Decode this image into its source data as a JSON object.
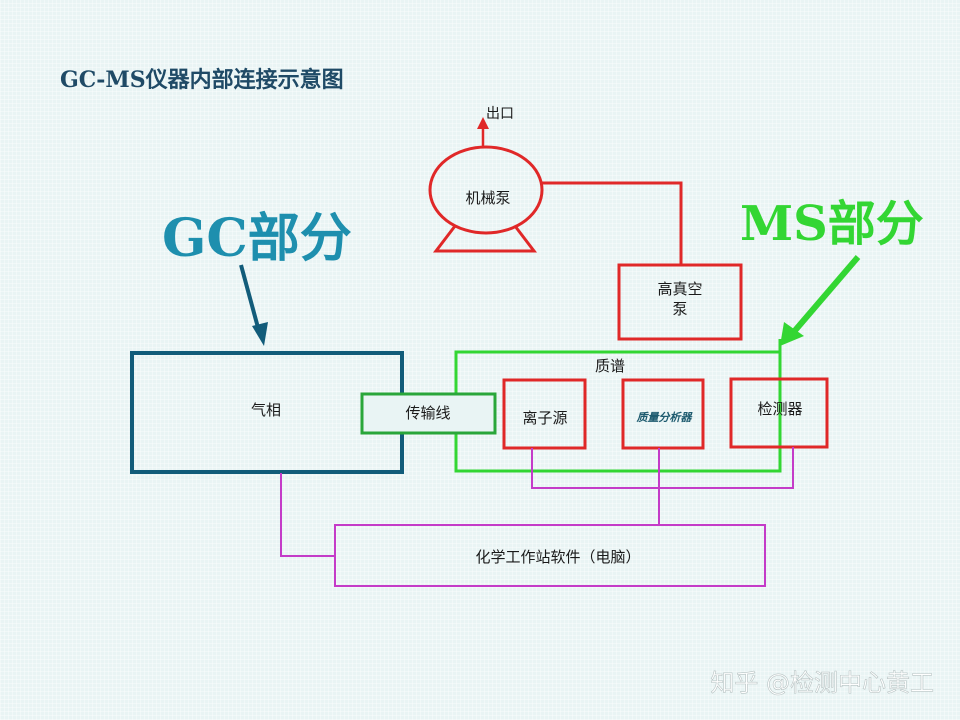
{
  "title": "GC-MS仪器内部连接示意图",
  "gc_label": "GC部分",
  "ms_label": "MS部分",
  "outlet": "出口",
  "mech_pump": "机械泵",
  "hv_pump_line1": "高真空",
  "hv_pump_line2": "泵",
  "mass_spec": "质谱",
  "gas_phase": "气相",
  "transfer_line": "传输线",
  "ion_source": "离子源",
  "mass_analyzer": "质量分析器",
  "detector": "检测器",
  "workstation": "化学工作站软件（电脑）",
  "watermark": "知乎 @检测中心黄工",
  "colors": {
    "title": "#1f4a66",
    "gc": "#1e8fae",
    "gc_box": "#125c7a",
    "ms": "#33d633",
    "red": "#e02828",
    "green_box": "#2aa63a",
    "magenta": "#c43bc8",
    "text": "#1a1a1a"
  }
}
